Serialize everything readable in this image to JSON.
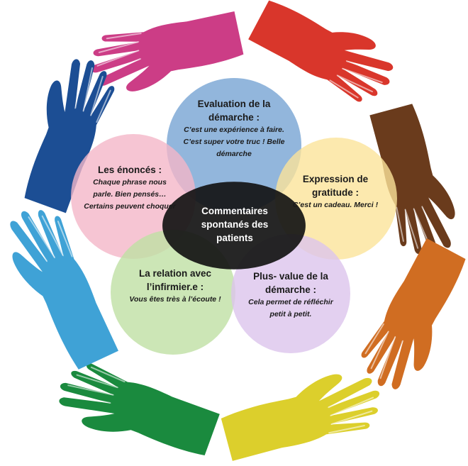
{
  "center": {
    "title": "Commentaires spontanés des patients"
  },
  "circles": [
    {
      "id": "top",
      "title": "Evaluation de la démarche :",
      "body": "C’est une expérience à faire. C’est super votre truc ! Belle démarche",
      "color": "#7fa9d6"
    },
    {
      "id": "left",
      "title": "Les énoncés :",
      "body": "Chaque phrase nous parle. Bien pensés… Certains peuvent choquer",
      "color": "#f4b6c8"
    },
    {
      "id": "right",
      "title": "Expression de gratitude :",
      "body": "C’est un cadeau. Merci !",
      "color": "#fbe39a"
    },
    {
      "id": "bottom-left",
      "title": "La relation avec l’infirmier.e :",
      "body": "Vous êtes très à l’écoute !",
      "color": "#bfe0a4"
    },
    {
      "id": "bottom-right",
      "title": "Plus- value de la démarche :",
      "body": "Cela permet de réfléchir petit à petit.",
      "color": "#dcc4ec"
    }
  ],
  "hands": [
    {
      "name": "magenta-hand",
      "color": "#cc3d86"
    },
    {
      "name": "red-hand",
      "color": "#d9362b"
    },
    {
      "name": "brown-hand",
      "color": "#6a3b1c"
    },
    {
      "name": "orange-hand",
      "color": "#d06d22"
    },
    {
      "name": "yellow-hand",
      "color": "#dccf2c"
    },
    {
      "name": "green-hand",
      "color": "#1a8a3e"
    },
    {
      "name": "light-blue-hand",
      "color": "#3fa2d6"
    },
    {
      "name": "dark-blue-hand",
      "color": "#1c4e94"
    }
  ]
}
